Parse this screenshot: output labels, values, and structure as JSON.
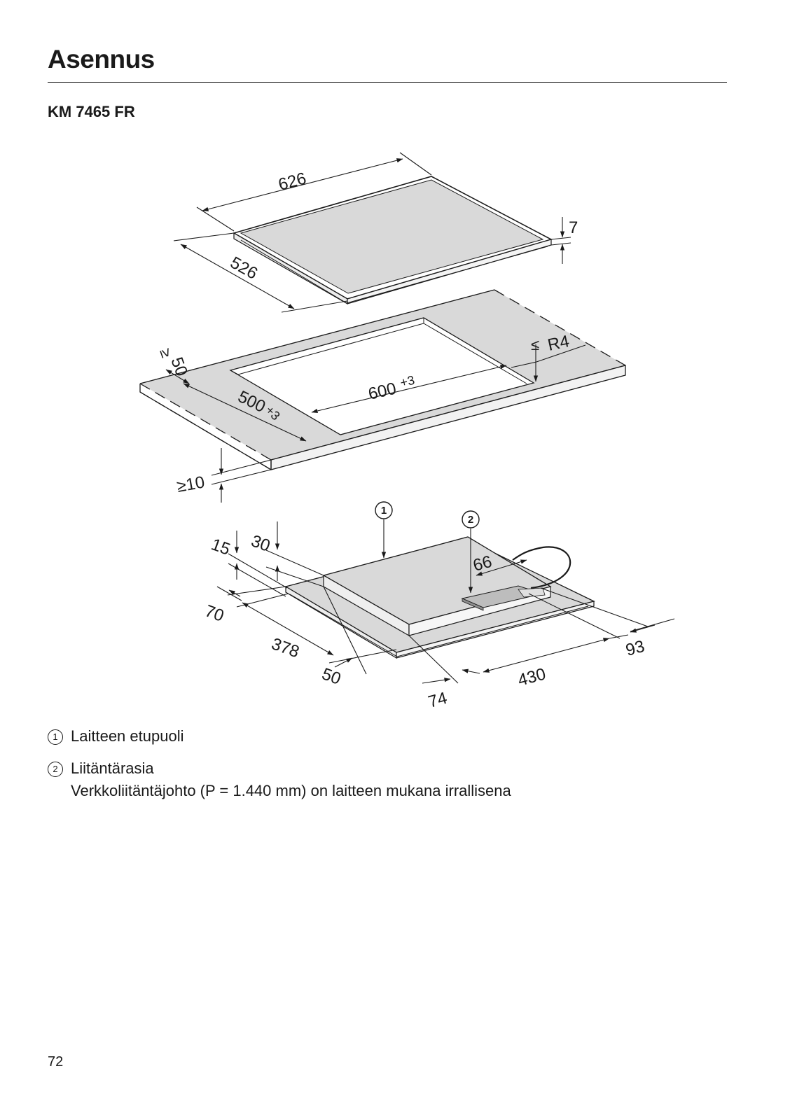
{
  "header": {
    "title": "Asennus",
    "model": "KM 7465 FR"
  },
  "drawing": {
    "dims": {
      "hob_width": "626",
      "hob_depth": "526",
      "hob_thickness": "7",
      "min_front_distance_sym": "≥",
      "min_front_distance": "50",
      "cutout_width": "600",
      "cutout_width_tol": "+3",
      "cutout_depth": "500",
      "cutout_depth_tol": "+3",
      "corner_radius_sym": "≤",
      "corner_radius": "R4",
      "min_worktop_thickness": "≥10",
      "d15": "15",
      "d30": "30",
      "d66": "66",
      "d70": "70",
      "d378": "378",
      "d50": "50",
      "d74": "74",
      "d430": "430",
      "d93": "93"
    },
    "callouts": [
      "1",
      "2"
    ]
  },
  "legend": [
    {
      "num": "1",
      "text": "Laitteen etupuoli",
      "subtext": ""
    },
    {
      "num": "2",
      "text": "Liitäntärasia",
      "subtext": "Verkkoliitäntäjohto (P = 1.440 mm) on laitteen mukana irrallisena"
    }
  ],
  "footer": {
    "page_number": "72"
  }
}
